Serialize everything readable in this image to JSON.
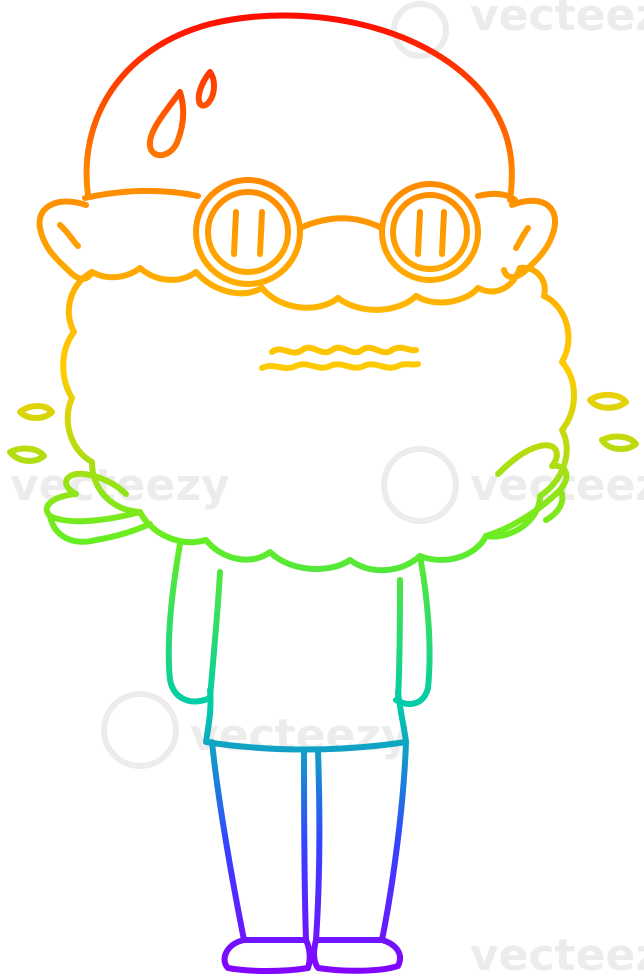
{
  "image": {
    "subject": "cartoon-bald-man-with-beard-and-round-glasses-shrugging",
    "style": "rainbow-gradient line art on white background",
    "gradient_colors": [
      "#ff0000",
      "#ff8800",
      "#ffd700",
      "#66ee22",
      "#00ccaa",
      "#3344ff",
      "#8800ff"
    ],
    "background": "#ffffff"
  },
  "watermark": {
    "text": "vecteezy"
  }
}
